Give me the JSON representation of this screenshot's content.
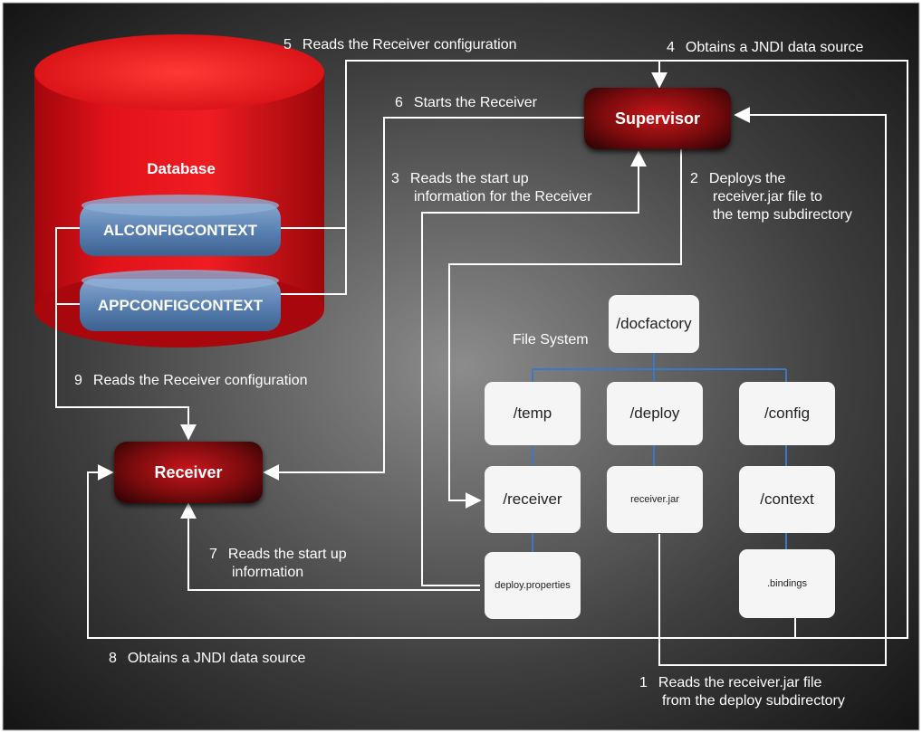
{
  "database": {
    "title": "Database",
    "tables": [
      "ALCONFIGCONTEXT",
      "APPCONFIGCONTEXT"
    ]
  },
  "nodes": {
    "supervisor": "Supervisor",
    "receiver": "Receiver"
  },
  "filesystem": {
    "label": "File System",
    "root": "/docfactory",
    "dirs": [
      "/temp",
      "/deploy",
      "/config"
    ],
    "sub": [
      "/receiver",
      "receiver.jar",
      "/context"
    ],
    "files": [
      "deploy.properties",
      ".bindings"
    ]
  },
  "steps": [
    {
      "num": "1",
      "lines": [
        "Reads the receiver.jar file",
        "from the deploy subdirectory"
      ]
    },
    {
      "num": "2",
      "lines": [
        "Deploys the",
        "receiver.jar file to",
        "the temp subdirectory"
      ]
    },
    {
      "num": "3",
      "lines": [
        "Reads the start up",
        "information for the Receiver"
      ]
    },
    {
      "num": "4",
      "lines": [
        "Obtains a JNDI data source"
      ]
    },
    {
      "num": "5",
      "lines": [
        "Reads the Receiver configuration"
      ]
    },
    {
      "num": "6",
      "lines": [
        "Starts the Receiver"
      ]
    },
    {
      "num": "7",
      "lines": [
        "Reads the start up",
        "information"
      ]
    },
    {
      "num": "8",
      "lines": [
        "Obtains a JNDI data source"
      ]
    },
    {
      "num": "9",
      "lines": [
        "Reads the Receiver configuration"
      ]
    }
  ],
  "colors": {
    "background_center": "#8c8c8c",
    "background_edge": "#151515",
    "cylinder": "#e0111a",
    "connector": "#ffffff",
    "tree_line": "#3d78c2",
    "table_pill": "#5a82b4"
  }
}
